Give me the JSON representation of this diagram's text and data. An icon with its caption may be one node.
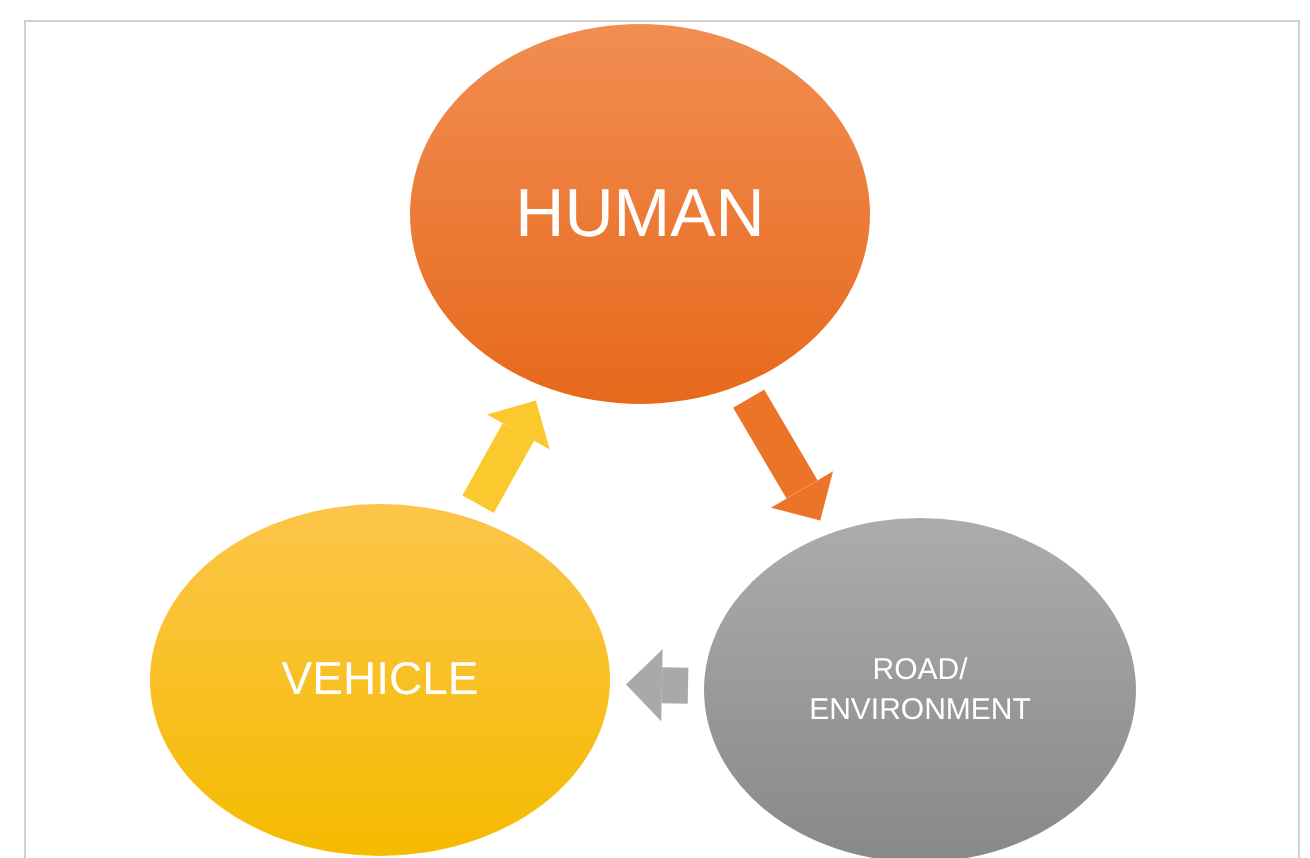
{
  "diagram": {
    "nodes": [
      {
        "text": [
          "HUMAN"
        ]
      },
      {
        "text": [
          "VEHICLE"
        ]
      },
      {
        "text": [
          "ROAD/ ENVIRONMENT"
        ]
      }
    ],
    "edges": [
      {
        "from": 1,
        "to": 0,
        "arrow": "to",
        "color": "#fbc82e"
      },
      {
        "from": 0,
        "to": 2,
        "arrow": "to",
        "color": "#ec7428"
      },
      {
        "from": 2,
        "to": 1,
        "arrow": "to",
        "color": "#a9a9a9"
      }
    ]
  }
}
